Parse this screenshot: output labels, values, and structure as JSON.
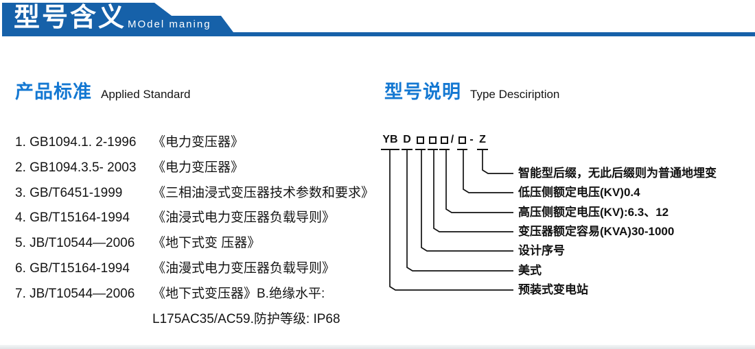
{
  "header": {
    "title_cn": "型号含义",
    "title_en": "MOdel maning"
  },
  "standards": {
    "heading_cn": "产品标准",
    "heading_en": "Applied Standard",
    "items": [
      {
        "code": "1. GB1094.1. 2-1996",
        "desc": "《电力变压器》"
      },
      {
        "code": "2. GB1094.3.5- 2003",
        "desc": "《电力变压器》"
      },
      {
        "code": "3. GB/T6451-1999",
        "desc": "《三相油浸式变压器技术参数和要求》"
      },
      {
        "code": "4. GB/T15164-1994",
        "desc": "《油浸式电力变压器负载导则》"
      },
      {
        "code": "5. JB/T10544—2006",
        "desc": "《地下式变 压器》"
      },
      {
        "code": "6. GB/T15164-1994",
        "desc": "《油漫式电力变压器负载导则》"
      },
      {
        "code": "7. JB/T10544—2006",
        "desc": "《地下式变压器》B.绝缘水平:"
      }
    ],
    "continuation": "L175AC35/AC59.防护等级: IP68"
  },
  "type_description": {
    "heading_cn": "型号说明",
    "heading_en": "Type Desciription",
    "code": {
      "prefix": "YB",
      "type_letter": "D",
      "slash": "/",
      "dash": "-",
      "suffix": "Z",
      "full": "YB D □□□/□ - Z"
    },
    "labels": [
      "智能型后缀，无此后缀则为普通地埋变",
      "低压侧额定电压(KV)0.4",
      "高压侧额定电压(KV):6.3、12",
      "变压器额定容易(KVA)30-1000",
      "设计序号",
      "美式",
      "预装式变电站"
    ]
  },
  "colors": {
    "banner_blue": "#1661A9",
    "heading_blue": "#1478D2",
    "text_black": "#141414"
  }
}
